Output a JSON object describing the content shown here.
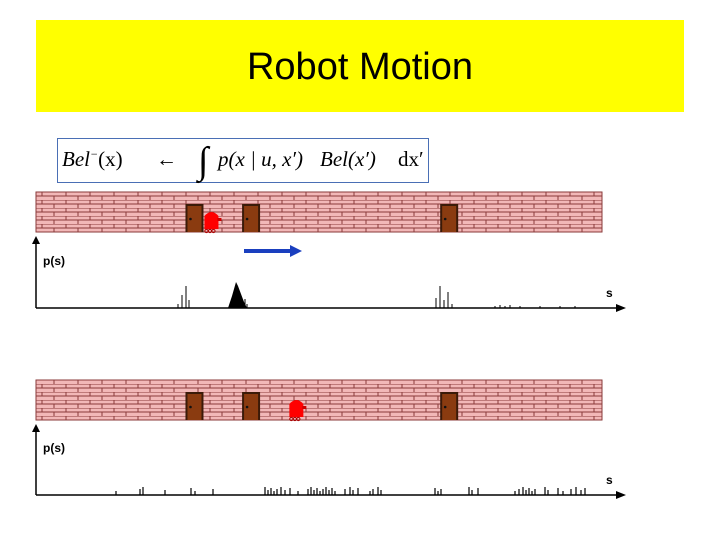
{
  "slide": {
    "title": "Robot Motion",
    "title_bg": "#ffff00"
  },
  "formula": {
    "lhs": "Bel",
    "lhs_sup": "−",
    "lhs_arg": "(x)",
    "arrow": "←",
    "integral": "∫",
    "rhs_p": "p(x | u, x′)",
    "rhs_bel": "Bel(x′)",
    "dx": "dx′",
    "box_color": "#4a6fb5"
  },
  "colors": {
    "wall": "#f2b8b8",
    "mortar": "#8a3a3a",
    "door": "#8a3b10",
    "robot": "#ff0000",
    "motion_arrow": "#1a3fbf",
    "plot": "#000000"
  },
  "panels": [
    {
      "name": "before",
      "ylabel": "p(s)",
      "xlabel": "s",
      "robot_s": 0.31,
      "show_motion_arrow": true,
      "distribution": "peaked"
    },
    {
      "name": "after",
      "ylabel": "p(s)",
      "xlabel": "s",
      "robot_s": 0.46,
      "show_motion_arrow": false,
      "distribution": "spread"
    }
  ],
  "doors_s": [
    0.28,
    0.38,
    0.73
  ]
}
